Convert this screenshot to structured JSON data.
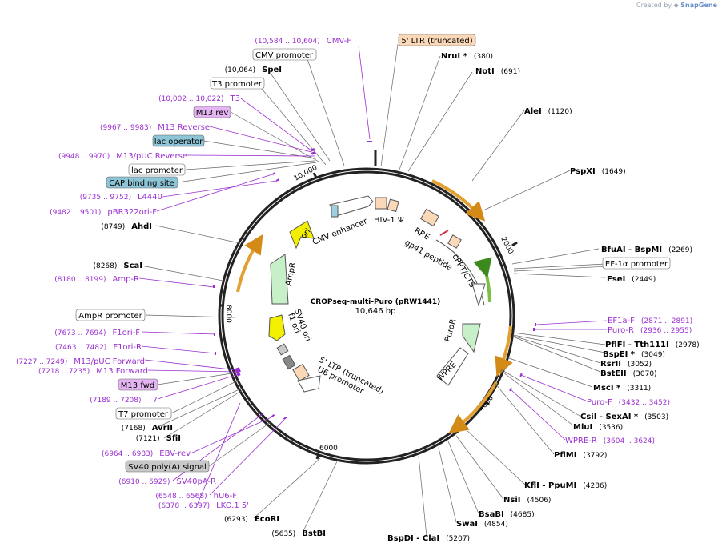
{
  "credit": {
    "prefix": "Created by",
    "brand": "SnapGene"
  },
  "plasmid": {
    "name": "CROPseq-multi-Puro (pRW1441)",
    "length": "10,646 bp"
  },
  "scale": [
    "2000",
    "4000",
    "6000",
    "8000",
    "10,000"
  ],
  "sites": [
    {
      "name": "NruI *",
      "pos": "(380)"
    },
    {
      "name": "NotI",
      "pos": "(691)"
    },
    {
      "name": "AleI",
      "pos": "(1120)"
    },
    {
      "name": "PspXI",
      "pos": "(1649)"
    },
    {
      "name": "BfuAI  - BspMI",
      "pos": "(2269)"
    },
    {
      "name": "FseI",
      "pos": "(2449)"
    },
    {
      "name": "PflFI  - Tth111I",
      "pos": "(2978)"
    },
    {
      "name": "BspEI *",
      "pos": "(3049)"
    },
    {
      "name": "RsrII",
      "pos": "(3052)"
    },
    {
      "name": "BstEII",
      "pos": "(3070)"
    },
    {
      "name": "MscI *",
      "pos": "(3311)"
    },
    {
      "name": "CsiI  - SexAI *",
      "pos": "(3503)"
    },
    {
      "name": "MluI",
      "pos": "(3536)"
    },
    {
      "name": "PflMI",
      "pos": "(3792)"
    },
    {
      "name": "KflI  - PpuMI",
      "pos": "(4286)"
    },
    {
      "name": "NsiI",
      "pos": "(4506)"
    },
    {
      "name": "BsaBI",
      "pos": "(4685)"
    },
    {
      "name": "SwaI",
      "pos": "(4854)"
    },
    {
      "name": "BspDI  - ClaI",
      "pos": "(5207)"
    },
    {
      "name": "BstBI",
      "pos": "(5635)"
    },
    {
      "name": "EcoRI",
      "pos": "(6293)"
    },
    {
      "name": "SfiI",
      "pos": "(7121)"
    },
    {
      "name": "AvrII",
      "pos": "(7168)"
    },
    {
      "name": "ScaI",
      "pos": "(8268)"
    },
    {
      "name": "AhdI",
      "pos": "(8749)"
    },
    {
      "name": "SpeI",
      "pos": "(10,064)"
    }
  ],
  "primers": [
    {
      "name": "CMV-F",
      "range": "(10,584 .. 10,604)"
    },
    {
      "name": "T3",
      "range": "(10,002 .. 10,022)"
    },
    {
      "name": "M13 Reverse",
      "range": "(9967 .. 9983)"
    },
    {
      "name": "M13/pUC Reverse",
      "range": "(9948 .. 9970)"
    },
    {
      "name": "L4440",
      "range": "(9735 .. 9752)"
    },
    {
      "name": "pBR322ori-F",
      "range": "(9482 .. 9501)"
    },
    {
      "name": "Amp-R",
      "range": "(8180 .. 8199)"
    },
    {
      "name": "F1ori-F",
      "range": "(7673 .. 7694)"
    },
    {
      "name": "F1ori-R",
      "range": "(7463 .. 7482)"
    },
    {
      "name": "M13/pUC Forward",
      "range": "(7227 .. 7249)"
    },
    {
      "name": "M13 Forward",
      "range": "(7218 .. 7235)"
    },
    {
      "name": "T7",
      "range": "(7189 .. 7208)"
    },
    {
      "name": "EBV-rev",
      "range": "(6964 .. 6983)"
    },
    {
      "name": "SV40pA-R",
      "range": "(6910 .. 6929)"
    },
    {
      "name": "hU6-F",
      "range": "(6548 .. 6568)"
    },
    {
      "name": "LKO.1 5'",
      "range": "(6378 .. 6397)"
    },
    {
      "name": "EF1a-F",
      "range": "(2871 .. 2891)"
    },
    {
      "name": "Puro-R",
      "range": "(2936 .. 2955)"
    },
    {
      "name": "Puro-F",
      "range": "(3432 .. 3452)"
    },
    {
      "name": "WPRE-R",
      "range": "(3604 .. 3624)"
    }
  ],
  "boxes": [
    "5' LTR (truncated)",
    "CMV promoter",
    "T3 promoter",
    "M13 rev",
    "lac operator",
    "lac promoter",
    "CAP binding site",
    "EF-1α promoter",
    "AmpR promoter",
    "M13 fwd",
    "T7 promoter",
    "SV40 poly(A) signal"
  ],
  "features": [
    "HIV-1 Ψ",
    "RRE",
    "gp41 peptide",
    "cPPT/CTS",
    "PuroR",
    "WPRE",
    "5' LTR (truncated)",
    "U6 promoter",
    "SV40 ori",
    "f1 ori",
    "AmpR",
    "ori",
    "CMV enhancer"
  ],
  "colors": {
    "primer": "#9a2fd0",
    "ring": "#222222",
    "orf": "#e2a030",
    "puro_orf": "#7ac043",
    "feature_green": "#c8f0c8",
    "feature_yellow": "#f2f000",
    "ltr_fill": "#fbd8b8",
    "grey_box": "#c8c8c8",
    "blue_box": "#8dc4d6",
    "purple_box": "#e5b5f3"
  }
}
